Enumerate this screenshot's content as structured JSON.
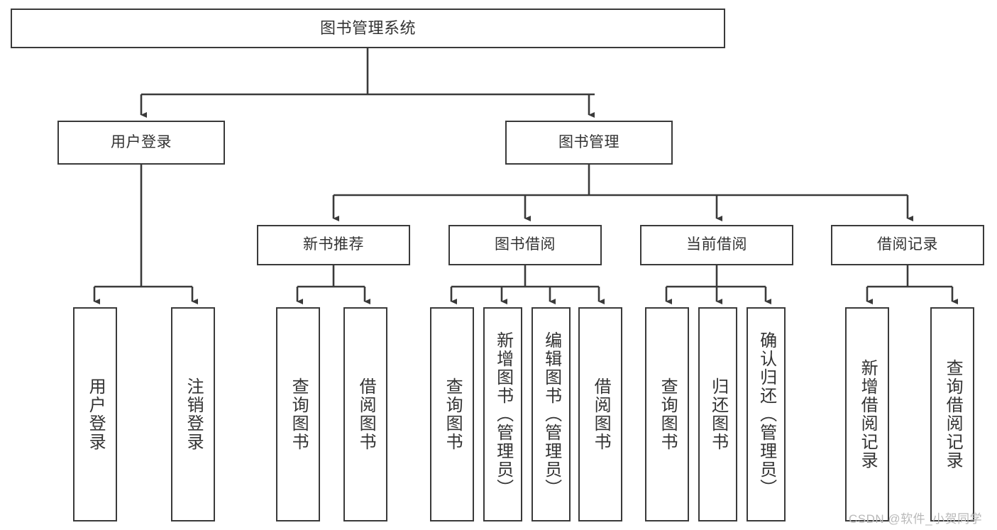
{
  "diagram": {
    "type": "tree",
    "title": "图书管理系统",
    "watermark": "CSDN @软件_小贺同学",
    "colors": {
      "box_border": "#3a3a3a",
      "box_fill": "#ffffff",
      "edge": "#3a3a3a",
      "text": "#333333",
      "watermark": "#b9b9b9",
      "background": "#ffffff"
    },
    "nodes": {
      "root": {
        "label": "图书管理系统"
      },
      "level2": [
        {
          "id": "user-login",
          "label": "用户登录"
        },
        {
          "id": "book-manage",
          "label": "图书管理"
        }
      ],
      "level3": [
        {
          "id": "new-book-recommend",
          "label": "新书推荐"
        },
        {
          "id": "book-borrow",
          "label": "图书借阅"
        },
        {
          "id": "current-borrow",
          "label": "当前借阅"
        },
        {
          "id": "borrow-record",
          "label": "借阅记录"
        }
      ],
      "leaves": [
        {
          "id": "leaf-user-login",
          "label": "用户登录",
          "parent": "user-login"
        },
        {
          "id": "leaf-logout-login",
          "label": "注销登录",
          "parent": "user-login"
        },
        {
          "id": "leaf-query-book-1",
          "label": "查询图书",
          "parent": "new-book-recommend"
        },
        {
          "id": "leaf-borrow-book-1",
          "label": "借阅图书",
          "parent": "new-book-recommend"
        },
        {
          "id": "leaf-query-book-2",
          "label": "查询图书",
          "parent": "book-borrow"
        },
        {
          "id": "leaf-add-book",
          "label": "新增图书（管理员）",
          "parent": "book-borrow"
        },
        {
          "id": "leaf-edit-book",
          "label": "编辑图书（管理员）",
          "parent": "book-borrow"
        },
        {
          "id": "leaf-borrow-book-2",
          "label": "借阅图书",
          "parent": "book-borrow"
        },
        {
          "id": "leaf-query-book-3",
          "label": "查询图书",
          "parent": "current-borrow"
        },
        {
          "id": "leaf-return-book",
          "label": "归还图书",
          "parent": "current-borrow"
        },
        {
          "id": "leaf-confirm-return",
          "label": "确认归还（管理员）",
          "parent": "current-borrow"
        },
        {
          "id": "leaf-add-record",
          "label": "新增借阅记录",
          "parent": "borrow-record"
        },
        {
          "id": "leaf-query-record",
          "label": "查询借阅记录",
          "parent": "borrow-record"
        }
      ]
    }
  }
}
